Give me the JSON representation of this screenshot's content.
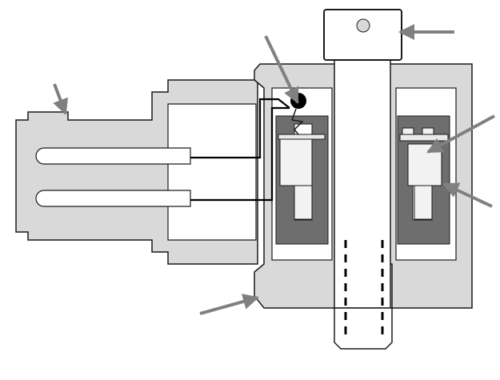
{
  "figure": {
    "type": "cross-section diagram",
    "parts": [
      "connector-housing",
      "connector-pin-upper",
      "connector-pin-lower",
      "sensor-body",
      "mounting-bolt",
      "bolt-head",
      "threaded-shank",
      "signal-wires",
      "weld-joint",
      "piezo-element-left",
      "piezo-element-right",
      "seismic-mass-left",
      "seismic-mass-right"
    ],
    "callout_arrows": 6,
    "labels_printed": []
  },
  "colors": {
    "housing_fill": "#d9d9d9",
    "housing_stroke": "#1a1a1a",
    "dark_element": "#6e6e6e",
    "light_part": "#f2f2f2",
    "arrow": "#808080",
    "wire": "#000000"
  }
}
